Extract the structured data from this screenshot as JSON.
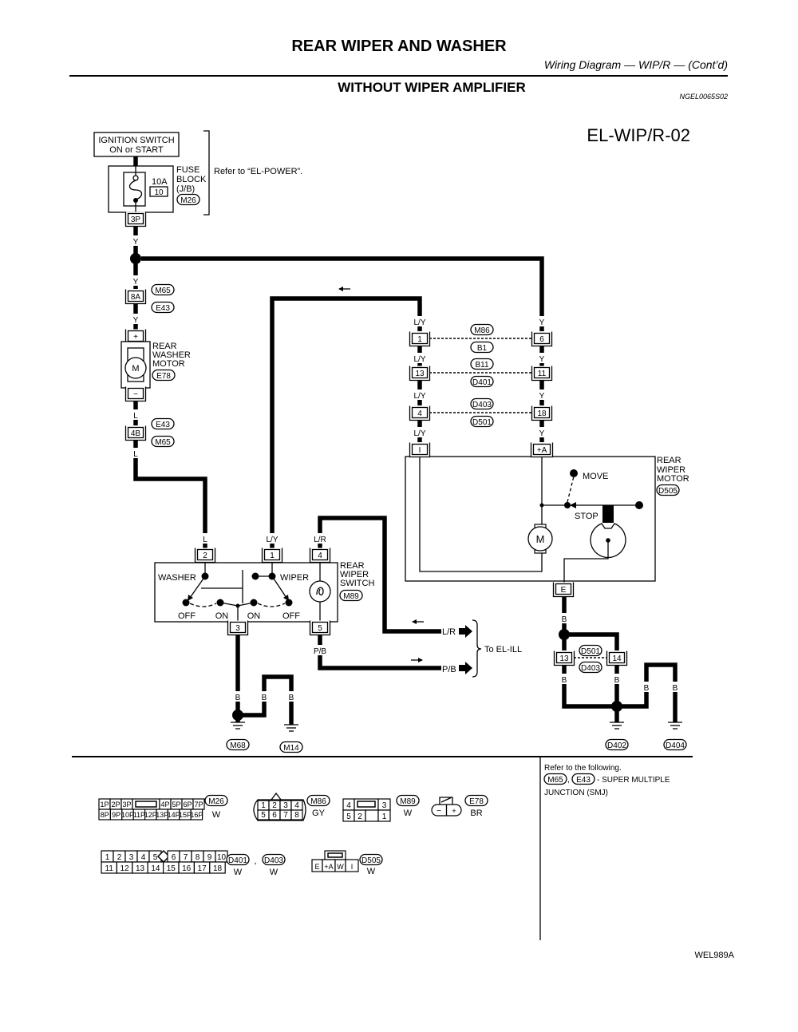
{
  "header": {
    "title": "REAR WIPER AND WASHER",
    "subtitle": "Wiring Diagram — WIP/R — (Cont’d)",
    "section": "WITHOUT WIPER AMPLIFIER",
    "ref_code": "NGEL0065S02",
    "diagram_id": "EL-WIP/R-02"
  },
  "ignition_switch": {
    "line1": "IGNITION SWITCH",
    "line2": "ON or START"
  },
  "fuse_block": {
    "name_lines": [
      "FUSE",
      "BLOCK",
      "(J/B)"
    ],
    "rating": "10A",
    "fuse_no": "10",
    "connector": "M26",
    "terminal": "3P"
  },
  "refer_power": "Refer to “EL-POWER”.",
  "smj": {
    "terminal_upper": "8A",
    "upper_connectors": [
      "M65",
      "E43"
    ],
    "terminal_lower": "4B",
    "lower_connectors": [
      "E43",
      "M65"
    ]
  },
  "washer_motor": {
    "name_lines": [
      "REAR",
      "WASHER",
      "MOTOR"
    ],
    "connector": "E78",
    "terminal_plus": "+",
    "terminal_minus": "−",
    "symbol": "M"
  },
  "wiper_switch": {
    "name_lines": [
      "REAR",
      "WIPER",
      "SWITCH"
    ],
    "connector": "M89",
    "terminals": [
      "2",
      "1",
      "4",
      "3",
      "5"
    ],
    "labels": {
      "washer": "WASHER",
      "wiper": "WIPER",
      "off1": "OFF",
      "on1": "ON",
      "on2": "ON",
      "off2": "OFF"
    }
  },
  "joints": [
    {
      "left": "1",
      "right": "6",
      "connectors": [
        "M86",
        "B1"
      ]
    },
    {
      "left": "13",
      "right": "11",
      "connectors": [
        "B11",
        "D401"
      ]
    },
    {
      "left": "4",
      "right": "18",
      "connectors": [
        "D403",
        "D501"
      ]
    }
  ],
  "wiper_motor": {
    "name_lines": [
      "REAR",
      "WIPER",
      "MOTOR"
    ],
    "connector": "D505",
    "terminal_i": "I",
    "terminal_a": "+A",
    "terminal_e": "E",
    "move": "MOVE",
    "stop": "STOP",
    "symbol": "M"
  },
  "ground_joint": {
    "left": "13",
    "right": "14",
    "connectors": [
      "D501",
      "D403"
    ]
  },
  "grounds": [
    "M68",
    "M14",
    "D402",
    "D404"
  ],
  "wire_labels": [
    "Y",
    "Y",
    "Y",
    "L",
    "L",
    "L",
    "L/Y",
    "L/R",
    "L/Y",
    "L/Y",
    "L/Y",
    "L/Y",
    "Y",
    "Y",
    "Y",
    "Y",
    "P/B",
    "B",
    "B",
    "B",
    "B",
    "B",
    "B",
    "B",
    "B"
  ],
  "to_el_ill": {
    "lr": "L/R",
    "pb": "P/B",
    "target": "To EL-ILL"
  },
  "note": {
    "line1": "Refer to the following.",
    "connectors": [
      "M65",
      "E43"
    ],
    "line2": "- SUPER MULTIPLE",
    "line3": "JUNCTION (SMJ)"
  },
  "connector_views": {
    "m26": {
      "id": "M26",
      "color": "W",
      "top": [
        "1P",
        "2P",
        "3P",
        "4P",
        "5P",
        "6P",
        "7P"
      ],
      "bottom": [
        "8P",
        "9P",
        "10P",
        "11P",
        "12P",
        "13P",
        "14P",
        "15P",
        "16P"
      ]
    },
    "m86": {
      "id": "M86",
      "color": "GY",
      "top": [
        "1",
        "2",
        "3",
        "4"
      ],
      "bottom": [
        "5",
        "6",
        "7",
        "8"
      ]
    },
    "m89": {
      "id": "M89",
      "color": "W",
      "top": [
        "4",
        "3"
      ],
      "bottom": [
        "5",
        "2",
        "1"
      ]
    },
    "e78": {
      "id": "E78",
      "color": "BR",
      "pins": [
        "−",
        "+"
      ]
    },
    "d401": {
      "ids": [
        "D401",
        "D403"
      ],
      "sep": ",",
      "color": "W",
      "top": [
        "1",
        "2",
        "3",
        "4",
        "5",
        "6",
        "7",
        "8",
        "9",
        "10"
      ],
      "bottom": [
        "11",
        "12",
        "13",
        "14",
        "15",
        "16",
        "17",
        "18"
      ]
    },
    "d505": {
      "id": "D505",
      "color": "W",
      "pins": [
        "E",
        "+A",
        "W",
        "I"
      ]
    }
  },
  "figure_code": "WEL989A"
}
